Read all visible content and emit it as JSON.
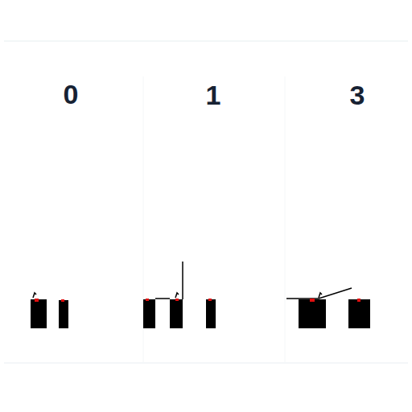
{
  "diagram": {
    "labels": [
      "0",
      "1",
      "3"
    ]
  }
}
